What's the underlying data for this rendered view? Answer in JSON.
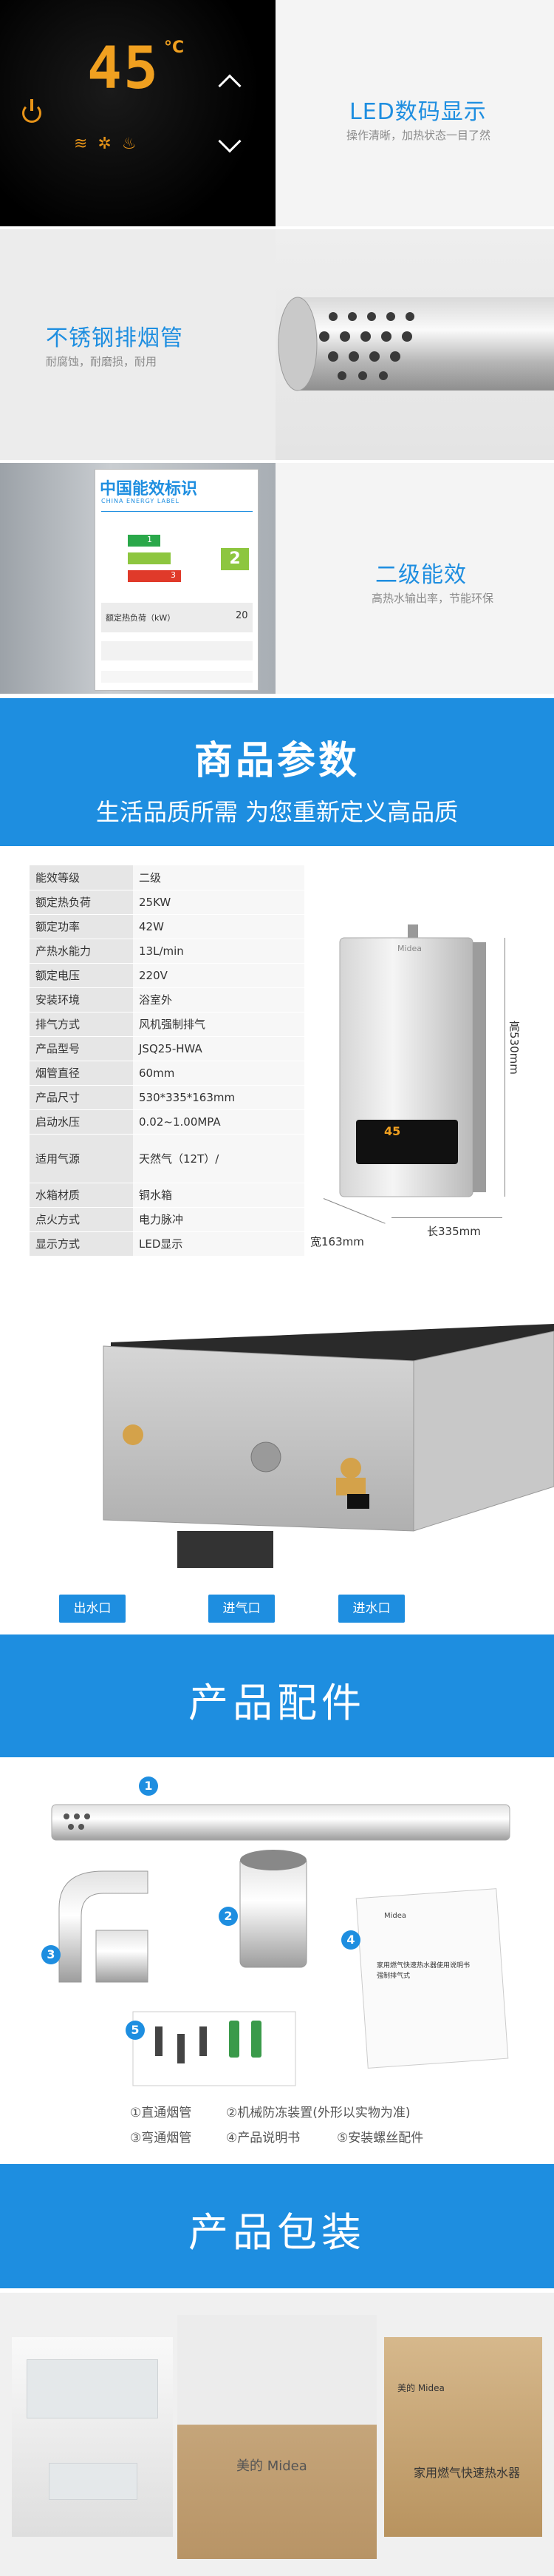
{
  "led": {
    "temp": "45",
    "unit": "°C",
    "title": "LED数码显示",
    "subtitle": "操作清晰，加热状态一目了然"
  },
  "pipe": {
    "title": "不锈钢排烟管",
    "subtitle": "耐腐蚀，耐磨损，耐用"
  },
  "energy": {
    "label_title": "中国能效标识",
    "label_en": "CHINA ENERGY LABEL",
    "grade_big": "2",
    "load_label": "额定热负荷（kW）",
    "load_value": "20",
    "title": "二级能效",
    "subtitle": "高热水输出率，节能环保"
  },
  "params_band": {
    "title": "商品参数",
    "subtitle": "生活品质所需 为您重新定义高品质"
  },
  "specs": [
    {
      "k": "能效等级",
      "v": "二级"
    },
    {
      "k": "额定热负荷",
      "v": "25KW"
    },
    {
      "k": "额定功率",
      "v": "42W"
    },
    {
      "k": "产热水能力",
      "v": "13L/min"
    },
    {
      "k": "额定电压",
      "v": "220V"
    },
    {
      "k": "安装环境",
      "v": "浴室外"
    },
    {
      "k": "排气方式",
      "v": "风机强制排气"
    },
    {
      "k": "产品型号",
      "v": "JSQ25-HWA"
    },
    {
      "k": "烟管直径",
      "v": "60mm"
    },
    {
      "k": "产品尺寸",
      "v": "530*335*163mm"
    },
    {
      "k": "启动水压",
      "v": "0.02~1.00MPA"
    },
    {
      "k": "适用气源",
      "v": "天然气（12T）/"
    },
    {
      "k": "水箱材质",
      "v": "铜水箱"
    },
    {
      "k": "点火方式",
      "v": "电力脉冲"
    },
    {
      "k": "显示方式",
      "v": "LED显示"
    }
  ],
  "dims": {
    "height": "高530mm",
    "width": "宽163mm",
    "length": "长335mm",
    "brand": "Midea",
    "display_temp": "45"
  },
  "ports": {
    "water_out": "出水口",
    "gas_in": "进气口",
    "water_in": "进水口"
  },
  "accessories_band": {
    "title": "产品配件"
  },
  "accessories": {
    "badges": [
      "1",
      "2",
      "3",
      "4",
      "5"
    ],
    "captions": [
      "①直通烟管",
      "②机械防冻装置(外形以实物为准)",
      "③弯通烟管",
      "④产品说明书",
      "⑤安装螺丝配件"
    ],
    "manual_brand": "Midea",
    "manual_title": "家用燃气快速热水器使用说明书",
    "manual_sub": "强制排气式"
  },
  "packaging_band": {
    "title": "产品包装"
  },
  "packaging": {
    "box_brand": "美的 Midea",
    "box_text": "家用燃气快速热水器"
  },
  "colors": {
    "accent": "#1e8ee0",
    "led_orange": "#f0a020"
  }
}
